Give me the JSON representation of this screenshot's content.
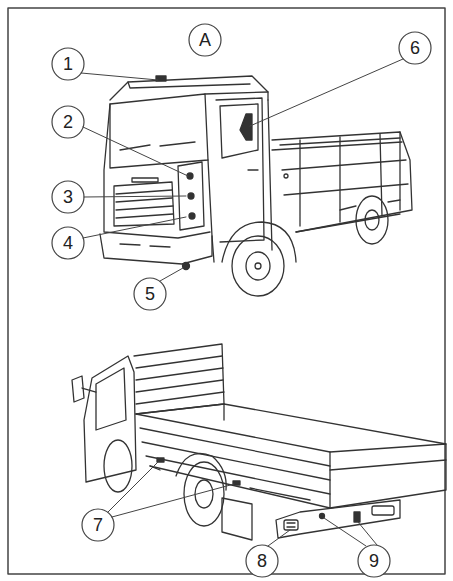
{
  "diagram": {
    "labels": [
      "A",
      "1",
      "2",
      "3",
      "4",
      "5",
      "6",
      "7",
      "8",
      "9"
    ]
  }
}
